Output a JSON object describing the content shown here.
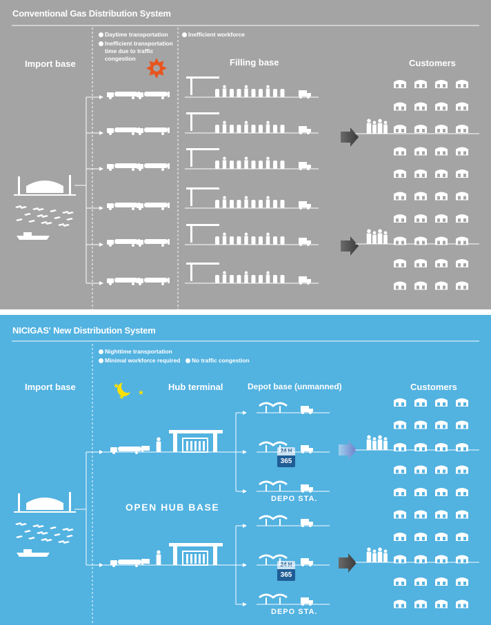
{
  "conventional": {
    "title": "Conventional Gas Distribution System",
    "notes": [
      "Daytime transportation",
      "Inefficient  transportation",
      "time due to traffic",
      "congestion",
      "Inefficient  workforce"
    ],
    "labels": {
      "import": "Import base",
      "filling": "Filling base",
      "customers": "Customers"
    }
  },
  "nicigas": {
    "title": "NICIGAS' New Distribution System",
    "notes": [
      "Nighttime transportation",
      "Minimal workforce required",
      "No traffic congestion"
    ],
    "labels": {
      "import": "Import base",
      "hub": "Hub terminal",
      "depot": "Depot base (unmanned)",
      "customers": "Customers"
    },
    "open_hub": "OPEN HUB BASE",
    "depo_sta": "DEPO STA.",
    "badge_24": "24 H",
    "badge_365": "365"
  },
  "colors": {
    "gray_bg": "#a4a4a4",
    "blue_bg": "#52b2e0",
    "hazard": "#e8541e",
    "moon": "#ffe100",
    "badge_dark": "#1f5d96"
  }
}
